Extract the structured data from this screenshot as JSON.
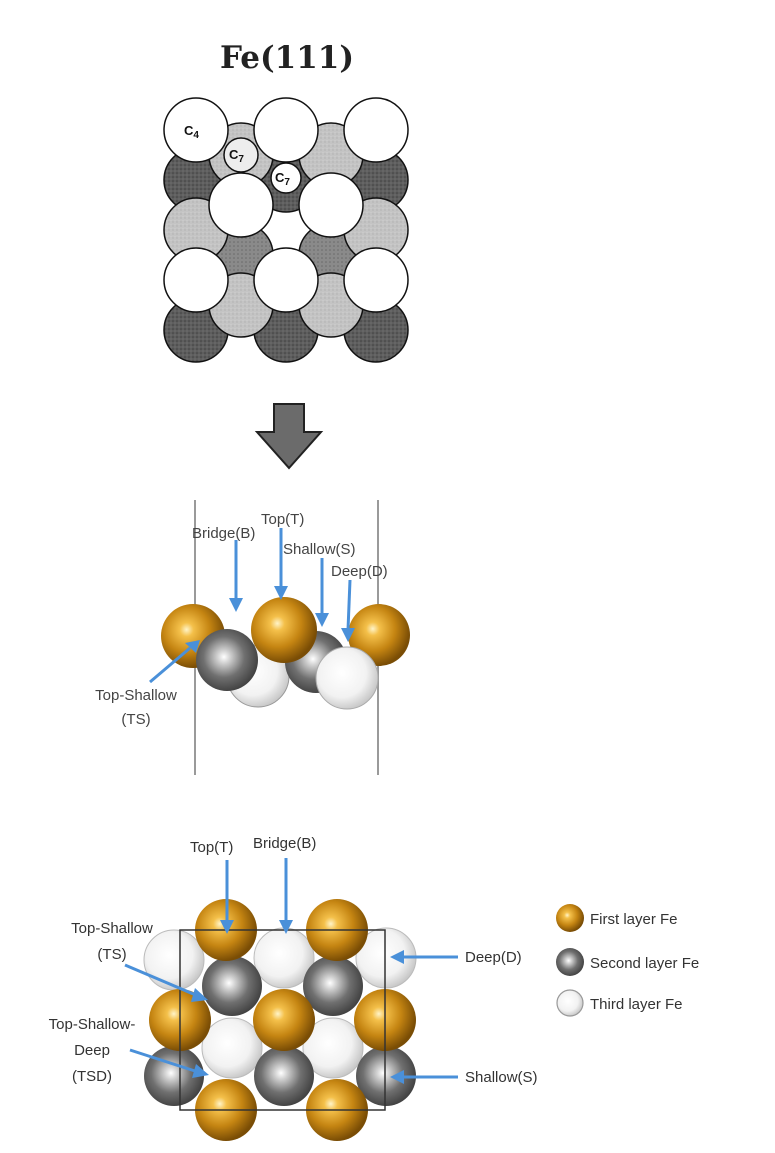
{
  "top_panel": {
    "title": "Fe(111)",
    "site_labels": [
      {
        "id": "c4",
        "text": "C4"
      },
      {
        "id": "c7a",
        "text": "C7"
      },
      {
        "id": "c7b",
        "text": "C7"
      }
    ]
  },
  "side_view": {
    "labels": {
      "bridge": "Bridge(B)",
      "top": "Top(T)",
      "shallow": "Shallow(S)",
      "deep": "Deep(D)",
      "top_shallow_line1": "Top-Shallow",
      "top_shallow_line2": "(TS)"
    }
  },
  "top_view": {
    "labels": {
      "top": "Top(T)",
      "bridge": "Bridge(B)",
      "top_shallow_line1": "Top-Shallow",
      "top_shallow_line2": "(TS)",
      "tsd_line1": "Top-Shallow-",
      "tsd_line2": "Deep",
      "tsd_line3": "(TSD)",
      "deep": "Deep(D)",
      "shallow": "Shallow(S)"
    }
  },
  "legend": [
    {
      "label": "First layer Fe",
      "color": "#c58512",
      "icon": "gold-sphere-icon"
    },
    {
      "label": "Second layer Fe",
      "color": "#707070",
      "icon": "gray-sphere-icon"
    },
    {
      "label": "Third layer Fe",
      "color": "#e8e8e8",
      "icon": "white-sphere-icon"
    }
  ],
  "colors": {
    "arrow": "#4a90d9",
    "big_arrow": "#6b6b6b",
    "first_layer": "#c58512",
    "second_layer": "#707070",
    "third_layer": "#e8e8e8"
  }
}
